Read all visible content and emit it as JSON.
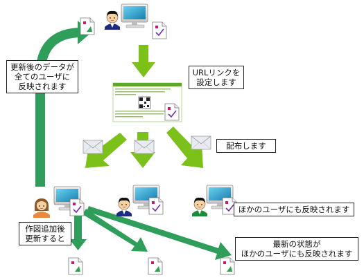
{
  "colors": {
    "arrow_green": "#7cc11a",
    "arrow_dark": "#2f9e5b",
    "monitor_blue": "#1c9ec9",
    "envelope": "#e8eaec"
  },
  "labels": {
    "updated_data": [
      "更新後のデータが",
      "全てのユーザに",
      "反映されます"
    ],
    "url_link": [
      "URLリンクを",
      "設定します"
    ],
    "distribute": "配布します",
    "reflected_other": "ほかのユーザにも反映されます",
    "after_edit": [
      "作図追加後",
      "更新すると"
    ],
    "latest_state": [
      "最新の状態が",
      "ほかのユーザにも反映されます"
    ]
  },
  "icons": [
    "document-icon",
    "monitor-icon",
    "user-icon",
    "envelope-icon",
    "qr-code-icon"
  ]
}
